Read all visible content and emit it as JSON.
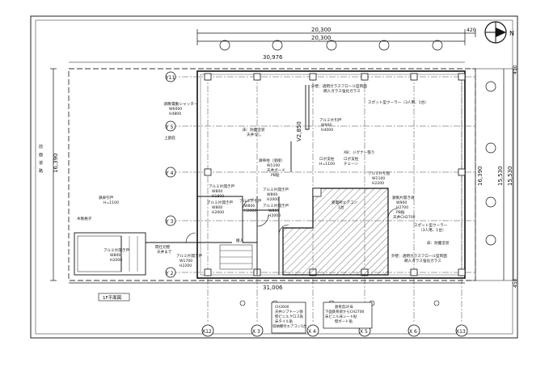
{
  "dimensions": {
    "top_overall": "20,300",
    "top_inner": "20,300",
    "top_right_offset": "420",
    "upper_left": "30,976",
    "bottom": "31,006",
    "right_top_offset": "410",
    "right_span_a": "16,390",
    "right_span_b": "15,530",
    "right_span_c": "15,530",
    "right_bottom_offset": "450",
    "left_span": "16,390",
    "interior_v": "V2,850"
  },
  "left_margin_text": [
    "前",
    "面",
    "道",
    "路"
  ],
  "grid_bottom": [
    "X12",
    "X 3",
    "X 4",
    "X 5",
    "X 6",
    "X13"
  ],
  "grid_left": [
    "Y11",
    "Y 5",
    "Y 4",
    "Y 3",
    "Y 2"
  ],
  "notes": {
    "shutter": [
      "鋼製電動シャッター",
      "W6000",
      "H4800"
    ],
    "glass_top": [
      "外壁：透明ガラスフロール型両面",
      "網入ガラス強化ガラス"
    ],
    "spot_cooler_1": "スポット型クーラー（3人用、1台）",
    "aluminium_upper": [
      "アルミ片引戸",
      "W900",
      "H4000"
    ],
    "area_upper": [
      "床：防塵塗装",
      "天井なし"
    ],
    "side_label": "上部庇",
    "chain_label": [
      "XB：ジグナー張り"
    ],
    "frame_detail": [
      "鉄骨柱（溶接）",
      "W1100",
      "天井ボード",
      "PB貼"
    ],
    "post_a": [
      "ロボ支柱",
      "H=1100"
    ],
    "post_b": [
      "ロボ支柱",
      "チェーン"
    ],
    "al_window": [
      "アルミ片引窓",
      "W1100",
      "H2200"
    ],
    "left_door_1": [
      "アルミ片開き戸",
      "W800",
      "H1800"
    ],
    "left_door_2": [
      "アルミ片開き戸",
      "W800",
      "H2000"
    ],
    "left_door_3": [
      "アルミ片開き戸",
      "W800",
      "H2000"
    ],
    "left_door_4": [
      "アルミ片引戸",
      "W800",
      "H2000"
    ],
    "left_door_5": [
      "アルミ片開き戸",
      "W800",
      "H2000"
    ],
    "gate": [
      "鉄扉引戸",
      "H=1100"
    ],
    "wood_area": "木製格子",
    "small_room_door": [
      "アルミ片開き戸",
      "W800",
      "H2000"
    ],
    "partition": [
      "間仕切壁",
      "天井まで"
    ],
    "stair_door": [
      "アルミ片開き戸",
      "W1700",
      "H2200"
    ],
    "hatched_center": [
      "受電所エアコン",
      "1台"
    ],
    "right_door": [
      "鉄製片開き扉",
      "W900",
      "H2700"
    ],
    "right_door_2": [
      "PB貼",
      "天井CH2700"
    ],
    "spot_cooler_2": [
      "スポット型クーラー",
      "（3人用、1台）"
    ],
    "floor_right": "床：防塵塗装",
    "glass_bottom": [
      "外壁：透明ガラスフロール型両面",
      "網入ガラス強化ガラス"
    ],
    "entrance": "搬入",
    "bottom_title": "1F平面図",
    "box_left": [
      "CH2600",
      "天井ジプトーン張",
      "壁ビニルクロス貼",
      "床タイル貼",
      "収納棚付エアコン1台"
    ],
    "box_right": [
      "鉄骨造2F床",
      "下面鉄骨梁からCH2700",
      "床ビニル床シート貼",
      "壁ボード貼"
    ]
  },
  "north": "N"
}
